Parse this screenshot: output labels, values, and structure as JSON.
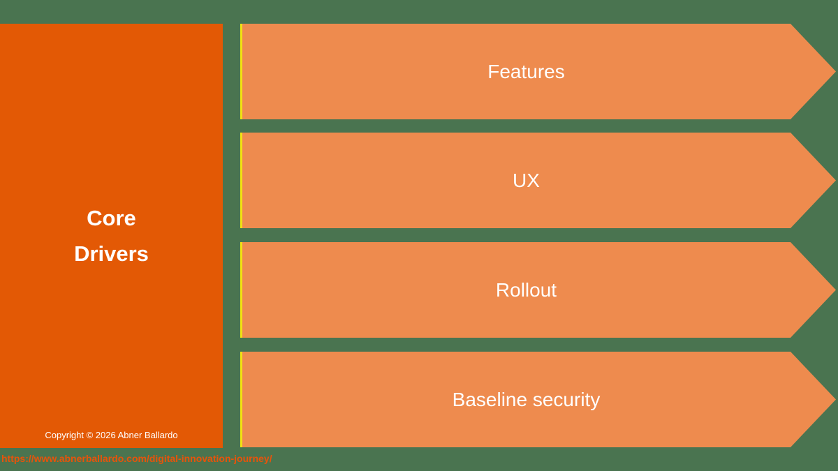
{
  "panel": {
    "title_line1": "Core",
    "title_line2": "Drivers",
    "copyright": "Copyright © 2026 Abner Ballardo"
  },
  "arrows": [
    {
      "label": "Features"
    },
    {
      "label": "UX"
    },
    {
      "label": "Rollout"
    },
    {
      "label": "Baseline security"
    }
  ],
  "footer": {
    "url": "https://www.abnerballardo.com/digital-innovation-journey/"
  },
  "colors": {
    "background": "#4A7450",
    "panel": "#E35905",
    "arrow": "#EE8B4E",
    "stripe": "#F0E312",
    "url_text": "#E8530A",
    "label_text": "#FFFFFF"
  }
}
